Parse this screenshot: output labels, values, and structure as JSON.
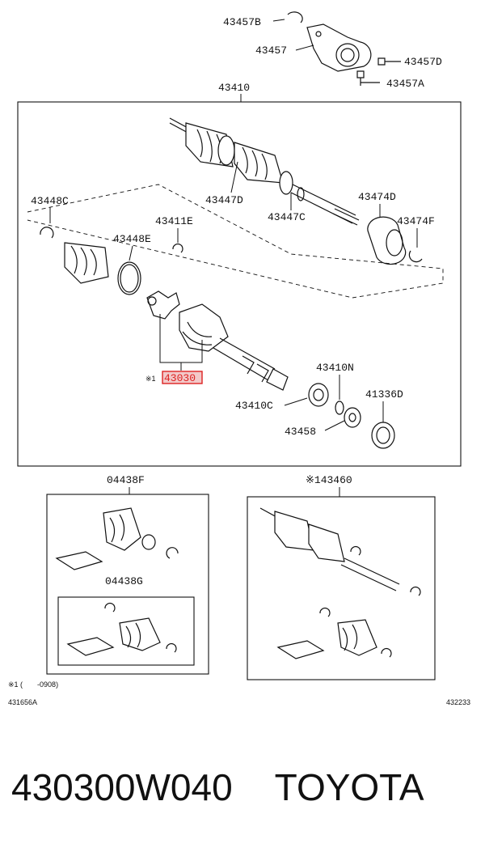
{
  "labels": {
    "p43457B": "43457B",
    "p43457": "43457",
    "p43457D": "43457D",
    "p43457A": "43457A",
    "p43410": "43410",
    "p43447D": "43447D",
    "p43474D": "43474D",
    "p43448C": "43448C",
    "p43411E": "43411E",
    "p43447C": "43447C",
    "p43474F": "43474F",
    "p43448E": "43448E",
    "p43030_prefix": "※1",
    "p43030": "43030",
    "p43410N": "43410N",
    "p43410C": "43410C",
    "p41336D": "41336D",
    "p43458": "43458",
    "p04438F": "04438F",
    "p43460": "※143460",
    "p04438G": "04438G"
  },
  "footnote": "※1 (　　-0908)",
  "code_left": "431656A",
  "code_right": "432233",
  "caption": {
    "part_number": "430300W040",
    "brand": "TOYOTA"
  },
  "colors": {
    "highlight_fill": "#f2c9c9",
    "highlight_stroke": "#d22222",
    "line": "#111111"
  }
}
